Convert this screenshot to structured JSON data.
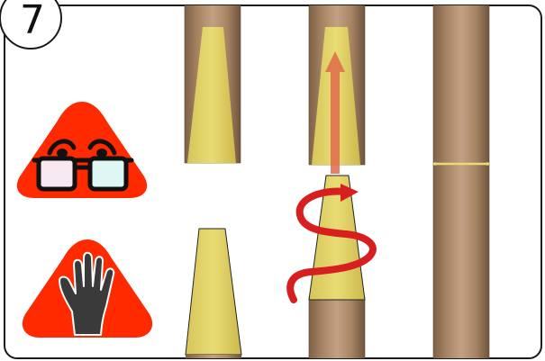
{
  "step": {
    "number": "7"
  },
  "warnings": [
    {
      "name": "safety-glasses",
      "icon": "safety-glasses-icon",
      "color": "#ff2a00"
    },
    {
      "name": "protective-gloves",
      "icon": "protective-glove-icon",
      "color": "#ff2a00"
    }
  ],
  "colors": {
    "wood": "#b08a66",
    "glue": "#e2d36a",
    "arrow": "#e06a4a",
    "twist": "#d81f1f",
    "frame": "#1a1a1a"
  },
  "panels": [
    {
      "name": "tapered-tenon-and-socket",
      "state": "separated"
    },
    {
      "name": "insert-with-twist",
      "state": "inserting"
    },
    {
      "name": "joined-pole",
      "state": "joined"
    }
  ]
}
